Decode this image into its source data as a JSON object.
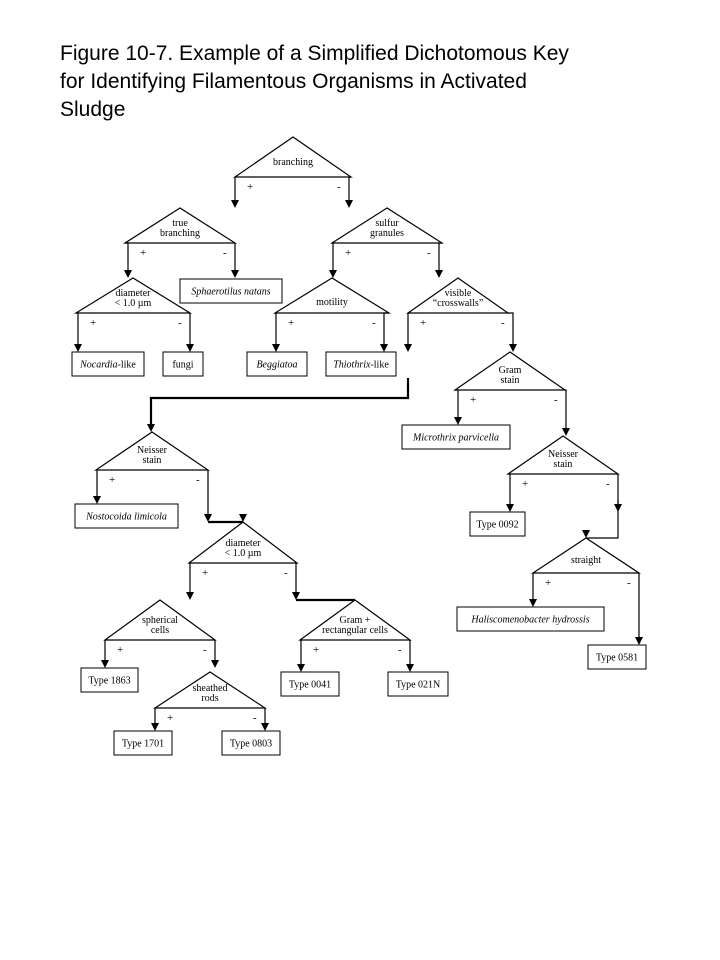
{
  "title": "Figure 10-7.  Example of a Simplified Dichotomous Key\nfor Identifying Filamentous Organisms in Activated\nSludge",
  "symbols": {
    "plus": "+",
    "minus": "-"
  },
  "nodes": {
    "branching": [
      "branching"
    ],
    "true_branching": [
      "true",
      "branching"
    ],
    "sulfur_granules": [
      "sulfur",
      "granules"
    ],
    "diameter_1": [
      "diameter",
      "< 1.0 µm"
    ],
    "motility": [
      "motility"
    ],
    "visible_crosswalls": [
      "visible",
      "“crosswalls”"
    ],
    "gram_stain": [
      "Gram",
      "stain"
    ],
    "neisser_stain_left": [
      "Neisser",
      "stain"
    ],
    "neisser_stain_right": [
      "Neisser",
      "stain"
    ],
    "diameter_2": [
      "diameter",
      "< 1.0 µm"
    ],
    "straight": [
      "straight"
    ],
    "spherical_cells": [
      "spherical",
      "cells"
    ],
    "gram_rectangular": [
      "Gram +",
      "rectangular cells"
    ],
    "sheathed_rods": [
      "sheathed",
      "rods"
    ]
  },
  "leaves": {
    "sphaerotilus": {
      "italic": "Sphaerotilus natans",
      "plain": ""
    },
    "nocardia": {
      "italic": "Nocardia",
      "plain": "-like"
    },
    "fungi": {
      "italic": "",
      "plain": "fungi"
    },
    "beggiatoa": {
      "italic": "Beggiatoa",
      "plain": ""
    },
    "thiothrix": {
      "italic": "Thiothrix",
      "plain": "-like"
    },
    "microthrix": {
      "italic": "Microthrix parvicella",
      "plain": ""
    },
    "nostocoida": {
      "italic": "Nostocoida limicola",
      "plain": ""
    },
    "type_0092": {
      "italic": "",
      "plain": "Type 0092"
    },
    "haliscomenobacter": {
      "italic": "Haliscomenobacter hydrossis",
      "plain": ""
    },
    "type_0581": {
      "italic": "",
      "plain": "Type 0581"
    },
    "type_1863": {
      "italic": "",
      "plain": "Type 1863"
    },
    "type_0041": {
      "italic": "",
      "plain": "Type 0041"
    },
    "type_021n": {
      "italic": "",
      "plain": "Type 021N"
    },
    "type_1701": {
      "italic": "",
      "plain": "Type 1701"
    },
    "type_0803": {
      "italic": "",
      "plain": "Type 0803"
    }
  }
}
